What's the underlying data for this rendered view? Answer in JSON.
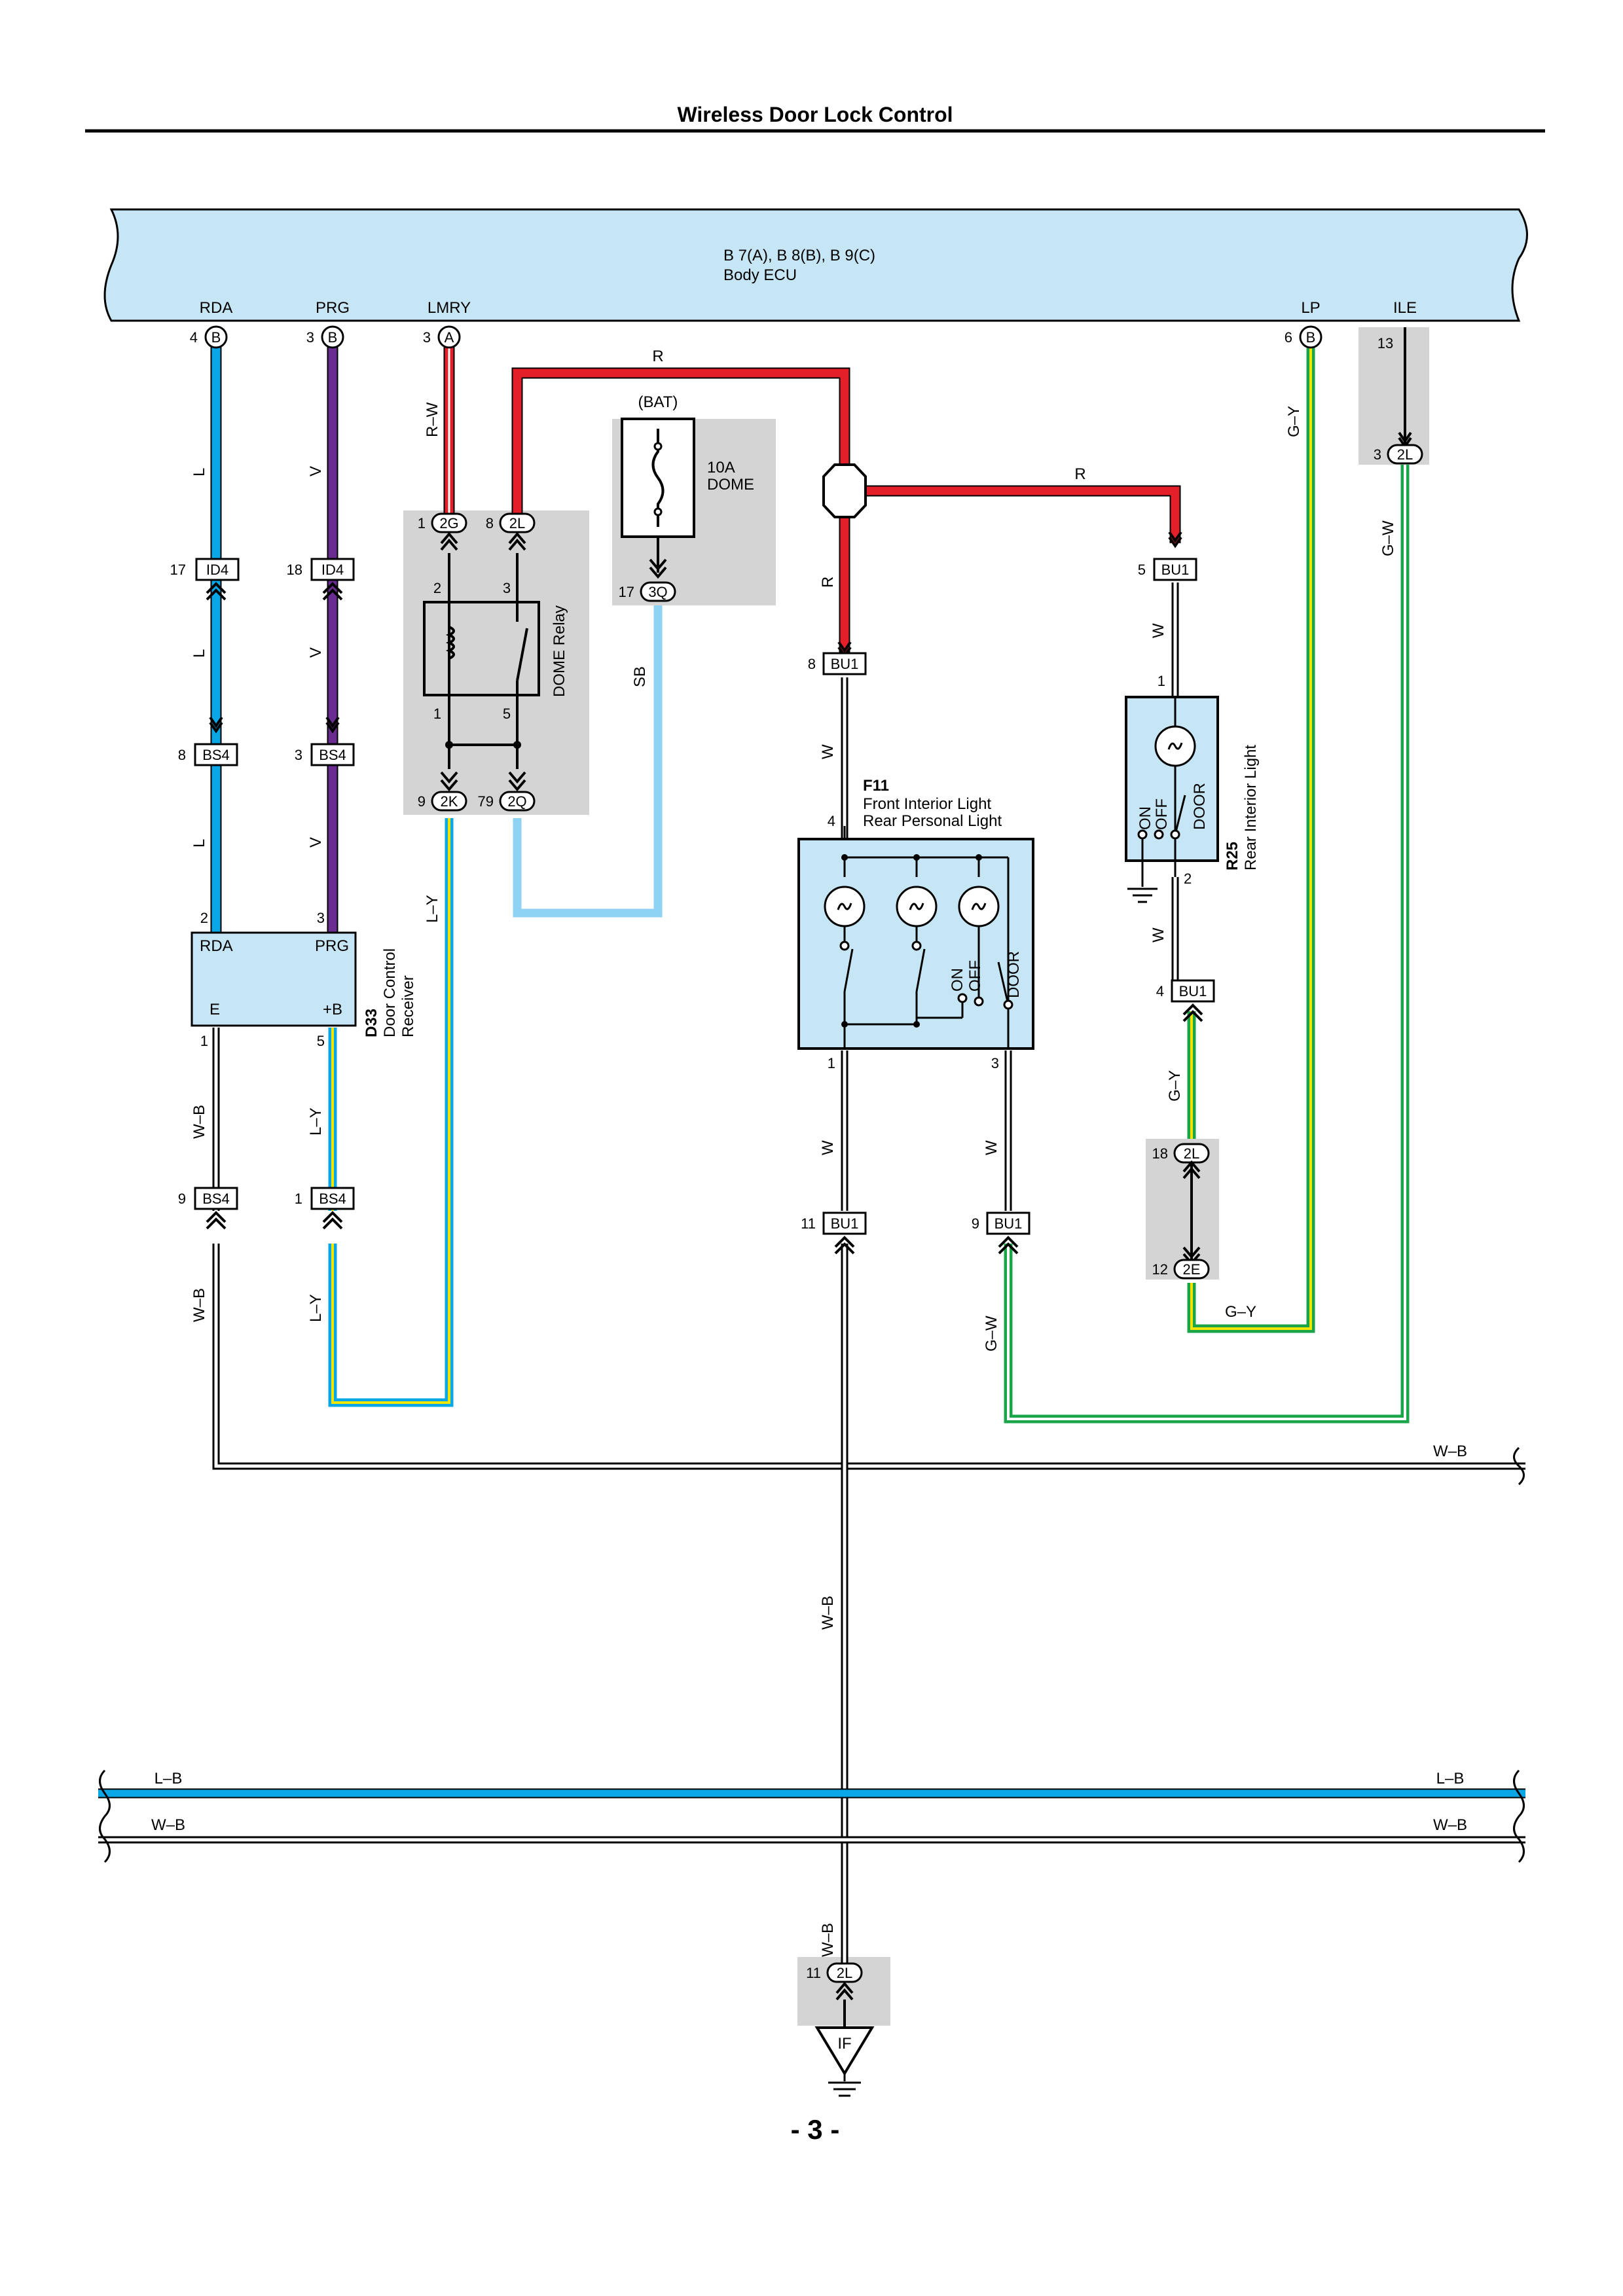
{
  "header": {
    "title": "Wireless Door Lock Control"
  },
  "page_number": "- 3 -",
  "ecu": {
    "name_line1": "B 7(A), B 8(B), B 9(C)",
    "name_line2": "Body ECU",
    "terminals": {
      "rda": "RDA",
      "prg": "PRG",
      "lmry": "LMRY",
      "lp": "LP",
      "ile": "ILE"
    },
    "pins": {
      "rda": "4",
      "prg": "3",
      "lmry": "3",
      "lp": "6",
      "ile": "13"
    },
    "conn_letters": {
      "rda": "B",
      "prg": "B",
      "lmry": "A",
      "lp": "B"
    }
  },
  "wire_colors": {
    "L": "#0aa7e6",
    "V": "#6a2c91",
    "R": "#e3202a",
    "SB": "#8fd3f4",
    "G": "#1aa549",
    "Y": "#f2e500",
    "W": "#ffffff",
    "B": "#1a1a1a",
    "box_fill": "#c6e6f6",
    "gray": "#d4d4d4"
  },
  "wire_labels": {
    "l": "L",
    "v": "V",
    "rw": "R–W",
    "r": "R",
    "sb": "SB",
    "w": "W",
    "ly": "L–Y",
    "wb": "W–B",
    "gy": "G–Y",
    "gw": "G–W",
    "lb": "L–B"
  },
  "connectors": {
    "id4_rda": {
      "pin": "17",
      "name": "ID4"
    },
    "id4_prg": {
      "pin": "18",
      "name": "ID4"
    },
    "bs4_rda": {
      "pin": "8",
      "name": "BS4"
    },
    "bs4_prg": {
      "pin": "3",
      "name": "BS4"
    },
    "bs4_e": {
      "pin": "9",
      "name": "BS4"
    },
    "bs4_b": {
      "pin": "1",
      "name": "BS4"
    },
    "bu1_r": {
      "pin": "8",
      "name": "BU1"
    },
    "bu1_rear_top": {
      "pin": "5",
      "name": "BU1"
    },
    "bu1_rear_bot": {
      "pin": "4",
      "name": "BU1"
    },
    "bu1_f1": {
      "pin": "11",
      "name": "BU1"
    },
    "bu1_f3": {
      "pin": "9",
      "name": "BU1"
    },
    "j2g": {
      "pin": "1",
      "name": "2G"
    },
    "j2l_relay": {
      "pin": "8",
      "name": "2L"
    },
    "j2k": {
      "pin": "9",
      "name": "2K"
    },
    "j2q": {
      "pin": "79",
      "name": "2Q"
    },
    "j3q": {
      "pin": "17",
      "name": "3Q"
    },
    "j2l_ile": {
      "pin": "3",
      "name": "2L"
    },
    "j2l_gy": {
      "pin": "18",
      "name": "2L"
    },
    "j2e": {
      "pin": "12",
      "name": "2E"
    },
    "j2l_gnd": {
      "pin": "11",
      "name": "2L"
    }
  },
  "relay": {
    "name": "DOME Relay",
    "pins": [
      "2",
      "3",
      "1",
      "5"
    ]
  },
  "fuse": {
    "source": "(BAT)",
    "rating": "10A",
    "name": "DOME"
  },
  "receiver": {
    "code": "D33",
    "name_line1": "Door Control",
    "name_line2": "Receiver",
    "terms": [
      "RDA",
      "PRG",
      "E",
      "+B"
    ],
    "pins": [
      "2",
      "3",
      "1",
      "5"
    ]
  },
  "front_light": {
    "code": "F11",
    "name_line1": "Front Interior Light",
    "name_line2": "Rear Personal Light",
    "pins": [
      "4",
      "1",
      "3"
    ],
    "switch": [
      "ON",
      "OFF",
      "DOOR"
    ]
  },
  "rear_light": {
    "code": "R25",
    "name": "Rear Interior Light",
    "pins": [
      "1",
      "2"
    ],
    "switch": [
      "ON",
      "OFF",
      "DOOR"
    ]
  },
  "ground": {
    "name": "IF"
  }
}
